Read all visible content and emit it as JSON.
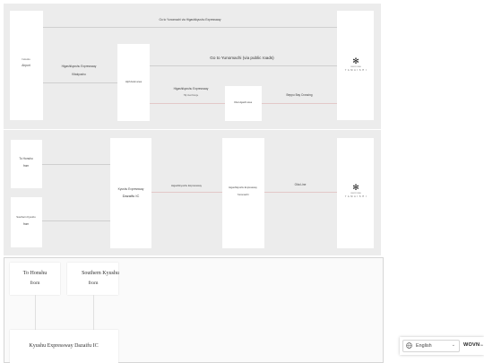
{
  "panel1": {
    "top_route": "Go to Yunomachi via Higashikyushu Expressway",
    "top_route_sub": "",
    "start_label": "Fukuoka",
    "start_main": "Airport",
    "left_route_1": "Higashikyushu Expressway",
    "left_route_2": "Kitakyushu",
    "left_route_sub": "",
    "junction_label": "Hiji/Usuki area",
    "middle_route": "Go to Yunomachi (via public roads)",
    "middle_route_sub": "",
    "lower_route_1": "Higashikyushu Expressway",
    "lower_route_2": "Hiji interchange",
    "lower_route_sub": "",
    "small_box_label": "Oita Higashi area",
    "right_route": "Beppu Bay Crossing",
    "right_route_sub": "",
    "logo_word": "Y A M A I S H I",
    "logo_small": "SPA RYOKAN"
  },
  "panel2": {
    "box1_line1": "To Honshu",
    "box1_line2": "from",
    "box2_line1": "Southern Kyushu",
    "box2_line2": "from",
    "center_line1": "Kyushu Expressway",
    "center_line2": "Dazaifu IC",
    "route_a": "Higashikyushu Expressway",
    "route_a_sub": "",
    "mid_box_line1": "Higashikyushu Expressway",
    "mid_box_line2": "Yunomachi",
    "route_b": "Oita Line",
    "route_b_sub": "",
    "logo_word": "Y A M A I S H I",
    "logo_small": "SPA RYOKAN"
  },
  "panel3": {
    "box1_line1": "To Honshu",
    "box1_line2": "from",
    "box2_line1": "Southern Kyushu",
    "box2_line2": "from",
    "bottom_box": "Kyushu Expressway Dazaifu IC"
  },
  "language_widget": {
    "selected": "English",
    "brand": "WOVN",
    "brand_suffix": ".io"
  }
}
